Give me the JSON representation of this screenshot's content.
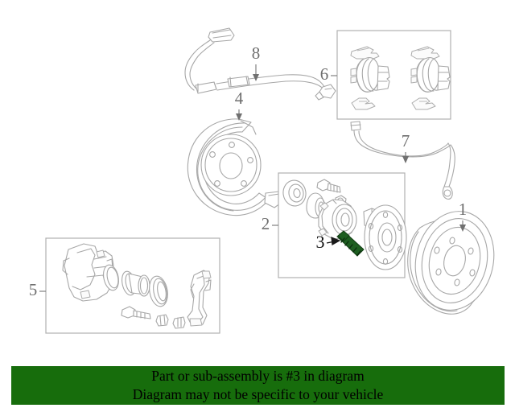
{
  "diagram": {
    "title": "Rear brake and wheel hub exploded parts diagram",
    "highlight_color": "#1d5e20",
    "line_color": "#a7a7a7",
    "highlighted_part_number": "3",
    "callouts": [
      {
        "id": "1",
        "label": "1",
        "part": "brake-rotor-disc"
      },
      {
        "id": "2",
        "label": "2",
        "part": "wheel-hub-and-bearing-assembly-box"
      },
      {
        "id": "3",
        "label": "3",
        "part": "wheel-stud-bolt-highlighted"
      },
      {
        "id": "4",
        "label": "4",
        "part": "brake-backing-plate-splash-shield"
      },
      {
        "id": "5",
        "label": "5",
        "part": "brake-caliper-assembly-box"
      },
      {
        "id": "6",
        "label": "6",
        "part": "brake-pad-set-box"
      },
      {
        "id": "7",
        "label": "7",
        "part": "brake-hose-line"
      },
      {
        "id": "8",
        "label": "8",
        "part": "abs-wheel-speed-sensor-cable"
      }
    ]
  },
  "notice": {
    "line1": "Part or sub-assembly is #3 in diagram",
    "line2": "Diagram may not be specific to your vehicle",
    "background_color": "#176d0c",
    "text_color": "#000000"
  }
}
